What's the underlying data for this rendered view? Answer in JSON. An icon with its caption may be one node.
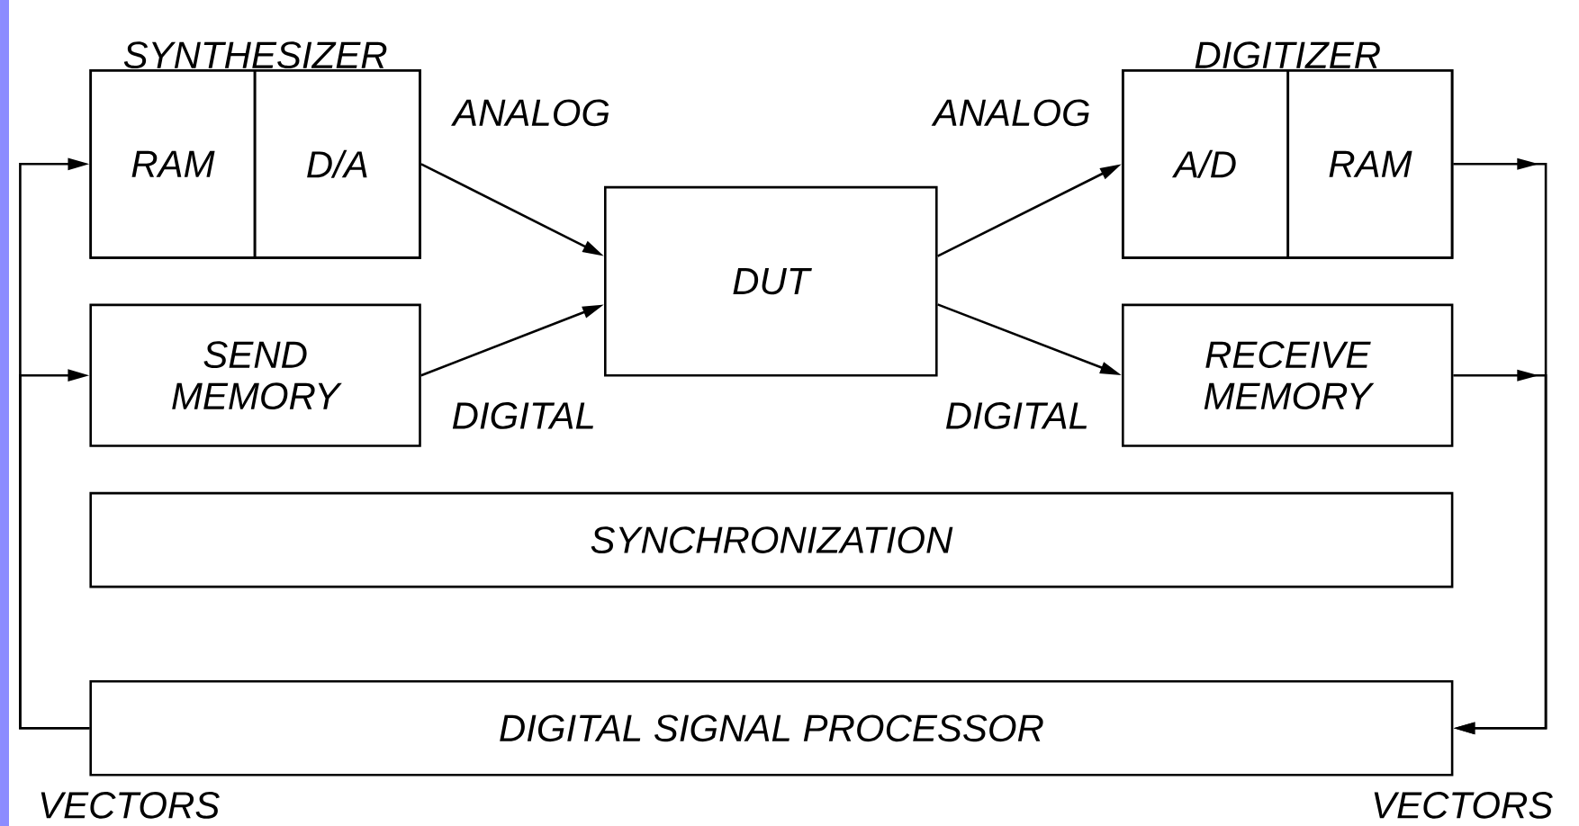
{
  "diagram": {
    "nodes": [
      {
        "text": [
          "SYNTHESIZER"
        ]
      },
      {
        "text": [
          "RAM"
        ],
        "in": 0
      },
      {
        "text": [
          "D/A"
        ],
        "in": 0
      },
      {
        "text": [
          "SEND MEMORY"
        ]
      },
      {
        "text": [
          "DUT"
        ]
      },
      {
        "text": [
          "DIGITIZER"
        ]
      },
      {
        "text": [
          "A/D"
        ],
        "in": 5
      },
      {
        "text": [
          "RAM"
        ],
        "in": 5
      },
      {
        "text": [
          "RECEIVE MEMORY"
        ]
      },
      {
        "text": [
          "SYNCHRONIZATION"
        ]
      },
      {
        "text": [
          "DIGITAL SIGNAL PROCESSOR"
        ]
      }
    ],
    "edges": [
      {
        "from": 2,
        "to": 4,
        "arrow": "to",
        "label": "ANALOG"
      },
      {
        "from": 3,
        "to": 4,
        "arrow": "to",
        "label": "DIGITAL"
      },
      {
        "from": 4,
        "to": 6,
        "arrow": "to",
        "label": "ANALOG"
      },
      {
        "from": 4,
        "to": 8,
        "arrow": "to",
        "label": "DIGITAL"
      },
      {
        "from": 7,
        "to": 10,
        "arrow": "to"
      },
      {
        "from": 8,
        "to": 10,
        "arrow": "to"
      },
      {
        "from": 10,
        "to": 1,
        "arrow": "to"
      },
      {
        "from": 10,
        "to": 3,
        "arrow": "to"
      }
    ],
    "labels": [
      "VECTORS",
      "VECTORS"
    ]
  }
}
